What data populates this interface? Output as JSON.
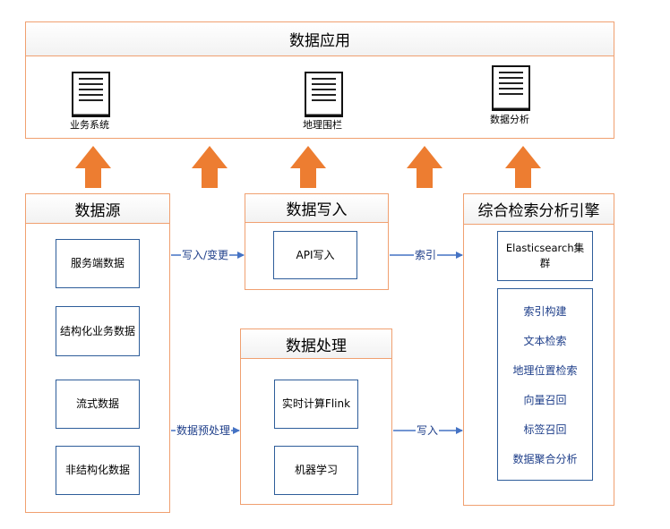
{
  "data_application": {
    "title": "数据应用",
    "items": [
      {
        "icon": "document-icon",
        "label": "业务系统"
      },
      {
        "icon": "document-icon",
        "label": "地理围栏"
      },
      {
        "icon": "document-icon",
        "label": "数据分析"
      }
    ]
  },
  "data_source": {
    "title": "数据源",
    "items": [
      "服务端数据",
      "结构化业务数据",
      "流式数据",
      "非结构化数据"
    ]
  },
  "data_write": {
    "title": "数据写入",
    "items": [
      "API写入"
    ]
  },
  "data_processing": {
    "title": "数据处理",
    "items": [
      "实时计算Flink",
      "机器学习"
    ]
  },
  "search_engine": {
    "title": "综合检索分析引擎",
    "cluster": "Elasticsearch集群",
    "capabilities": [
      "索引构建",
      "文本检索",
      "地理位置检索",
      "向量召回",
      "标签召回",
      "数据聚合分析"
    ]
  },
  "connectors": {
    "write_change": "写入/变更",
    "index": "索引",
    "preprocess": "数据预处理",
    "write": "写入"
  },
  "colors": {
    "panel_border": "#f0a070",
    "arrow_up": "#ed7d31",
    "box_border": "#2e5d9a",
    "connector": "#4472c4"
  }
}
